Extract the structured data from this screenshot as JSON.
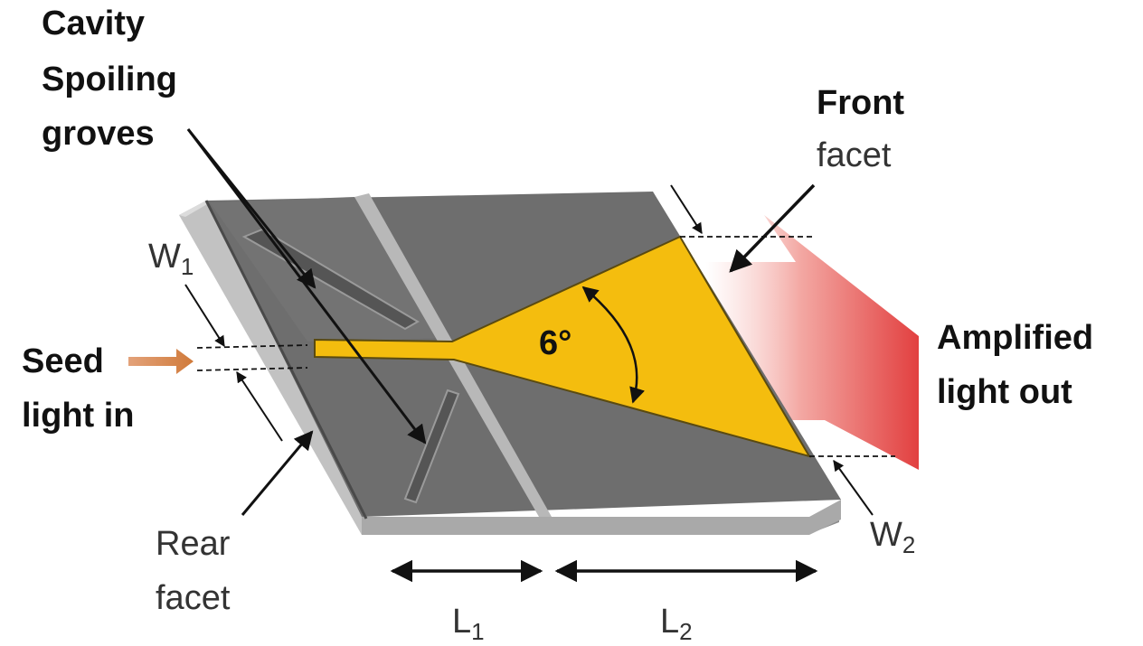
{
  "labels": {
    "cavity_line1": "Cavity",
    "cavity_line2": "Spoiling",
    "cavity_line3": "groves",
    "front_line1": "Front",
    "front_line2": "facet",
    "rear_line1": "Rear",
    "rear_line2": "facet",
    "seed_line1": "Seed",
    "seed_line2": "light in",
    "amplified_line1": "Amplified",
    "amplified_line2": "light out",
    "angle": "6°",
    "w1_main": "W",
    "w1_sub": "1",
    "w2_main": "W",
    "w2_sub": "2",
    "l1_main": "L",
    "l1_sub": "1",
    "l2_main": "L",
    "l2_sub": "2"
  },
  "colors": {
    "chip_top": "#6e6e6e",
    "chip_side": "#a9a9a9",
    "rear_facet": "#c2c2c2",
    "separator": "#b8b8b8",
    "taper": "#f4bd0e",
    "arrow_in": "#d98a4e",
    "arrow_out": "#e24a4a"
  }
}
